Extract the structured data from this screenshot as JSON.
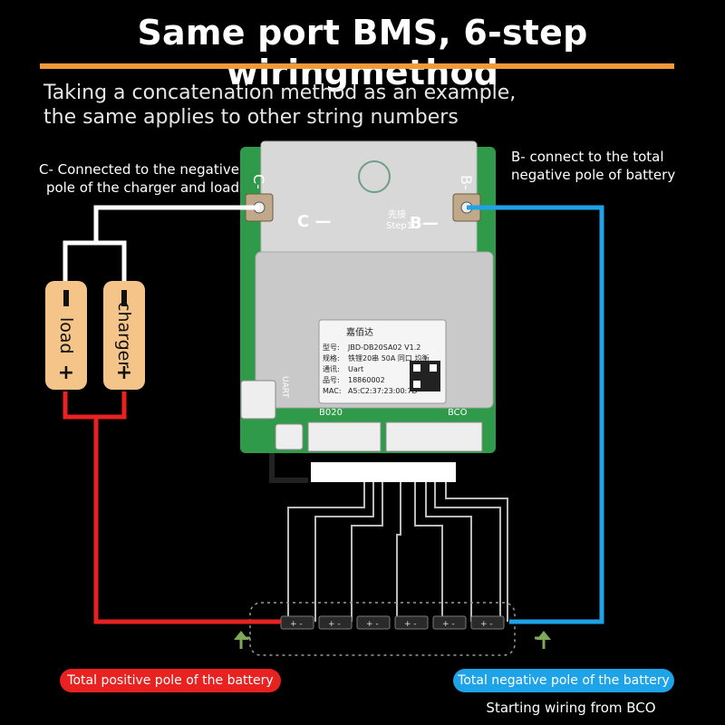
{
  "title": "Same port BMS, 6-step wiringmethod",
  "subtitle_lines": [
    "Taking a concatenation method as an example,",
    "the same applies to other string numbers"
  ],
  "notes": {
    "c_minus": "C- Connected to the negative pole of the charger and load",
    "b_minus": "B- connect to the total negative pole of battery"
  },
  "cells": [
    {
      "label": "load",
      "neg": "-",
      "pos": "+"
    },
    {
      "label": "charger",
      "neg": "-",
      "pos": "+"
    }
  ],
  "board": {
    "c_label": "C-",
    "c_terminal": "C —",
    "b_label": "B-",
    "b_step": "Step1",
    "b_step_cn": "先接",
    "b_terminal": "B—",
    "uart": "UART",
    "b020": "B020",
    "bco": "BCO",
    "badge_text": "嘉佰达",
    "label_rows": [
      {
        "k": "型号:",
        "v": "JBD-DB20SA02 V1.2"
      },
      {
        "k": "规格:",
        "v": "铁锂20串 50A 同口 均衡"
      },
      {
        "k": "通讯:",
        "v": "Uart"
      },
      {
        "k": "品号:",
        "v": "18860002"
      },
      {
        "k": "MAC:",
        "v": "A5:C2:37:23:00:7D"
      }
    ]
  },
  "cells_series": {
    "count": 6,
    "cell_sign": "+ -"
  },
  "pills": {
    "red": "Total positive pole of the battery",
    "blue": "Total negative pole of the battery"
  },
  "start_note": "Starting wiring from BCO",
  "colors": {
    "accent_rule": "#f29a3a",
    "red_wire": "#e82121",
    "blue_wire": "#1fa3e8",
    "white_wire": "#ffffff",
    "cell_body": "#f4c489",
    "pcb_green": "#2f9a4a"
  }
}
